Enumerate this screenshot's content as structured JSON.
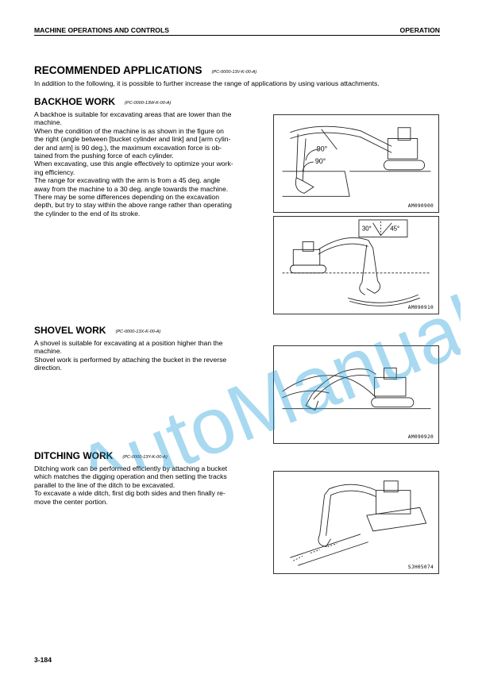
{
  "header": {
    "left": "MACHINE OPERATIONS AND CONTROLS",
    "right": "OPERATION"
  },
  "section": {
    "title": "RECOMMENDED APPLICATIONS",
    "code": "(PC-0000-13V-K-00-A)",
    "intro": "In addition to the following, it is possible to further increase the range of applications by using various attachments."
  },
  "backhoe": {
    "title": "BACKHOE WORK",
    "code": "(PC-0000-13W-K-00-A)",
    "lines": [
      "A backhoe is suitable for excavating areas that are lower than the",
      "machine.",
      "When the condition of the machine is as shown in the figure on",
      "the right (angle between [bucket cylinder and link] and [arm cylin-",
      "der and arm] is 90 deg.), the maximum excavation force is ob-",
      "tained from the pushing force of each cylinder.",
      "When excavating, use this angle effectively to optimize your work-",
      "ing efficiency.",
      "The range for excavating with the arm is from a 45 deg. angle",
      "away from the machine to a 30 deg. angle towards the machine.",
      "There may be some differences depending on the excavation",
      "depth, but try to stay within the above range rather than operating",
      "the cylinder to the end of its stroke."
    ],
    "fig1": {
      "label": "AM090900",
      "angle_a": "90°",
      "angle_b": "90°"
    },
    "fig2": {
      "label": "AM090910",
      "angle_a": "30°",
      "angle_b": "45°"
    }
  },
  "shovel": {
    "title": "SHOVEL WORK",
    "code": "(PC-0000-13X-K-00-A)",
    "lines": [
      "A shovel is suitable for excavating at a position higher than the",
      "machine.",
      "Shovel work is performed by attaching the bucket in the reverse",
      "direction."
    ],
    "fig": {
      "label": "AM090920"
    }
  },
  "ditching": {
    "title": "DITCHING WORK",
    "code": "(PC-0000-13Y-K-00-A)",
    "lines": [
      "Ditching work can be performed efficiently by attaching a bucket",
      "which matches the digging operation and then setting the tracks",
      "parallel to the line of the ditch to be excavated.",
      "To excavate a wide ditch, first dig both sides and then finally re-",
      "move the center portion."
    ],
    "fig": {
      "label": "SJH05074"
    }
  },
  "watermark": "AutoManual",
  "page_number": "3-184"
}
